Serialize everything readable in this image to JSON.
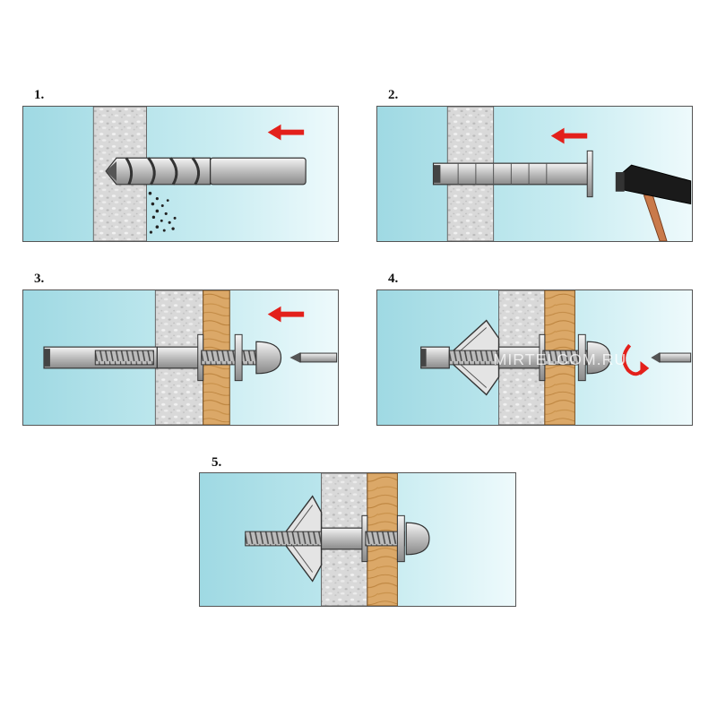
{
  "steps": [
    {
      "label": "1."
    },
    {
      "label": "2."
    },
    {
      "label": "3."
    },
    {
      "label": "4."
    },
    {
      "label": "5."
    }
  ],
  "watermark": "MIRTELCOM.RU",
  "colors": {
    "background_light": "#eefafc",
    "background_blue": "#9fd9e3",
    "wall_gray": "#d6d6d6",
    "wood": "#d9a35a",
    "arrow_red": "#e3201b",
    "metal": "#c8c8c8",
    "hammer_handle": "#c97a4a"
  },
  "icons": [
    "drill-bit-icon",
    "dust-particles-icon",
    "arrow-left-icon",
    "anchor-sleeve-icon",
    "hammer-icon",
    "screwdriver-icon",
    "rotate-arrow-icon",
    "screw-icon"
  ]
}
